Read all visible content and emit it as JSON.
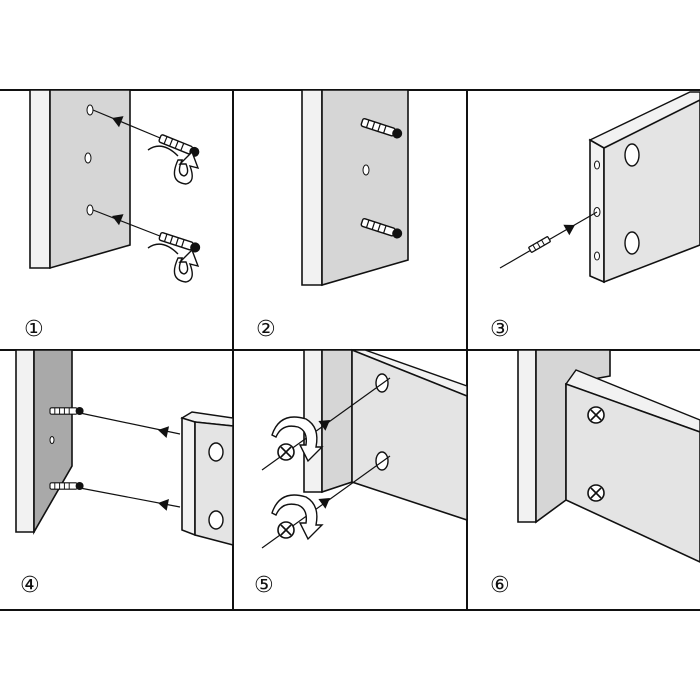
{
  "steps": [
    {
      "number": "1",
      "label": "①"
    },
    {
      "number": "2",
      "label": "②"
    },
    {
      "number": "3",
      "label": "③"
    },
    {
      "number": "4",
      "label": "④"
    },
    {
      "number": "5",
      "label": "⑤"
    },
    {
      "number": "6",
      "label": "⑥"
    }
  ],
  "colors": {
    "line": "#111111",
    "panel_face": "#d6d6d6",
    "panel_edge": "#f2f2f2",
    "board_face": "#e4e4e4"
  },
  "icons": [
    "dowel-icon",
    "arrow-icon",
    "rotate-arrow-icon",
    "cam-lock-icon",
    "screw-icon",
    "hole-icon"
  ]
}
